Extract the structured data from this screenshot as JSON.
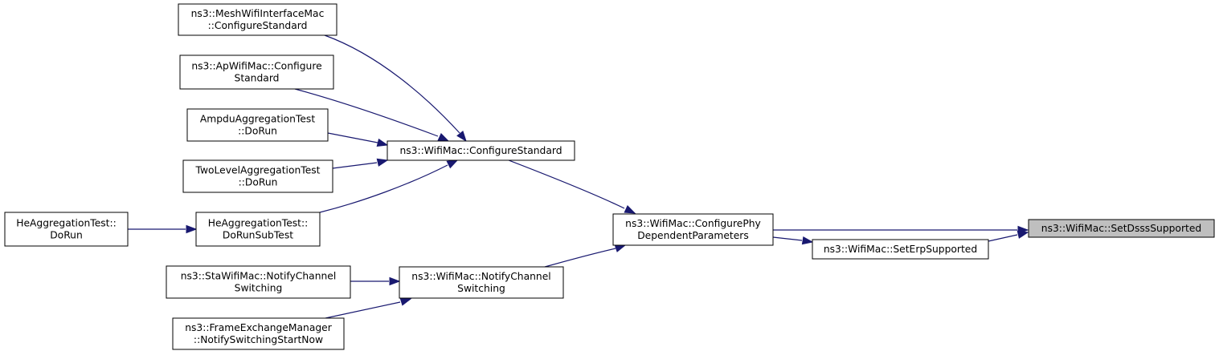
{
  "diagram": {
    "type": "call-graph",
    "colors": {
      "edge": "#191970",
      "highlight_fill": "#bfbfbf",
      "node_fill": "#ffffff",
      "border": "#000000"
    },
    "nodes": [
      {
        "id": "setdsss",
        "lines": [
          "ns3::WifiMac::SetDsssSupported"
        ],
        "highlighted": true
      },
      {
        "id": "configphy",
        "lines": [
          "ns3::WifiMac::ConfigurePhy",
          "DependentParameters"
        ]
      },
      {
        "id": "seterp",
        "lines": [
          "ns3::WifiMac::SetErpSupported"
        ]
      },
      {
        "id": "configstd",
        "lines": [
          "ns3::WifiMac::ConfigureStandard"
        ]
      },
      {
        "id": "notifych",
        "lines": [
          "ns3::WifiMac::NotifyChannel",
          "Switching"
        ]
      },
      {
        "id": "meshcfg",
        "lines": [
          "ns3::MeshWifiInterfaceMac",
          "::ConfigureStandard"
        ]
      },
      {
        "id": "apcfg",
        "lines": [
          "ns3::ApWifiMac::Configure",
          "Standard"
        ]
      },
      {
        "id": "ampdu",
        "lines": [
          "AmpduAggregationTest",
          "::DoRun"
        ]
      },
      {
        "id": "twolevel",
        "lines": [
          "TwoLevelAggregationTest",
          "::DoRun"
        ]
      },
      {
        "id": "hesub",
        "lines": [
          "HeAggregationTest::",
          "DoRunSubTest"
        ]
      },
      {
        "id": "herun",
        "lines": [
          "HeAggregationTest::",
          "DoRun"
        ]
      },
      {
        "id": "stanotify",
        "lines": [
          "ns3::StaWifiMac::NotifyChannel",
          "Switching"
        ]
      },
      {
        "id": "fem",
        "lines": [
          "ns3::FrameExchangeManager",
          "::NotifySwitchingStartNow"
        ]
      }
    ],
    "edges": [
      {
        "from": "configphy",
        "to": "setdsss"
      },
      {
        "from": "seterp",
        "to": "setdsss"
      },
      {
        "from": "configphy",
        "to": "seterp"
      },
      {
        "from": "configstd",
        "to": "configphy"
      },
      {
        "from": "notifych",
        "to": "configphy"
      },
      {
        "from": "meshcfg",
        "to": "configstd"
      },
      {
        "from": "apcfg",
        "to": "configstd"
      },
      {
        "from": "ampdu",
        "to": "configstd"
      },
      {
        "from": "twolevel",
        "to": "configstd"
      },
      {
        "from": "hesub",
        "to": "configstd"
      },
      {
        "from": "herun",
        "to": "hesub"
      },
      {
        "from": "stanotify",
        "to": "notifych"
      },
      {
        "from": "fem",
        "to": "notifych"
      }
    ]
  }
}
